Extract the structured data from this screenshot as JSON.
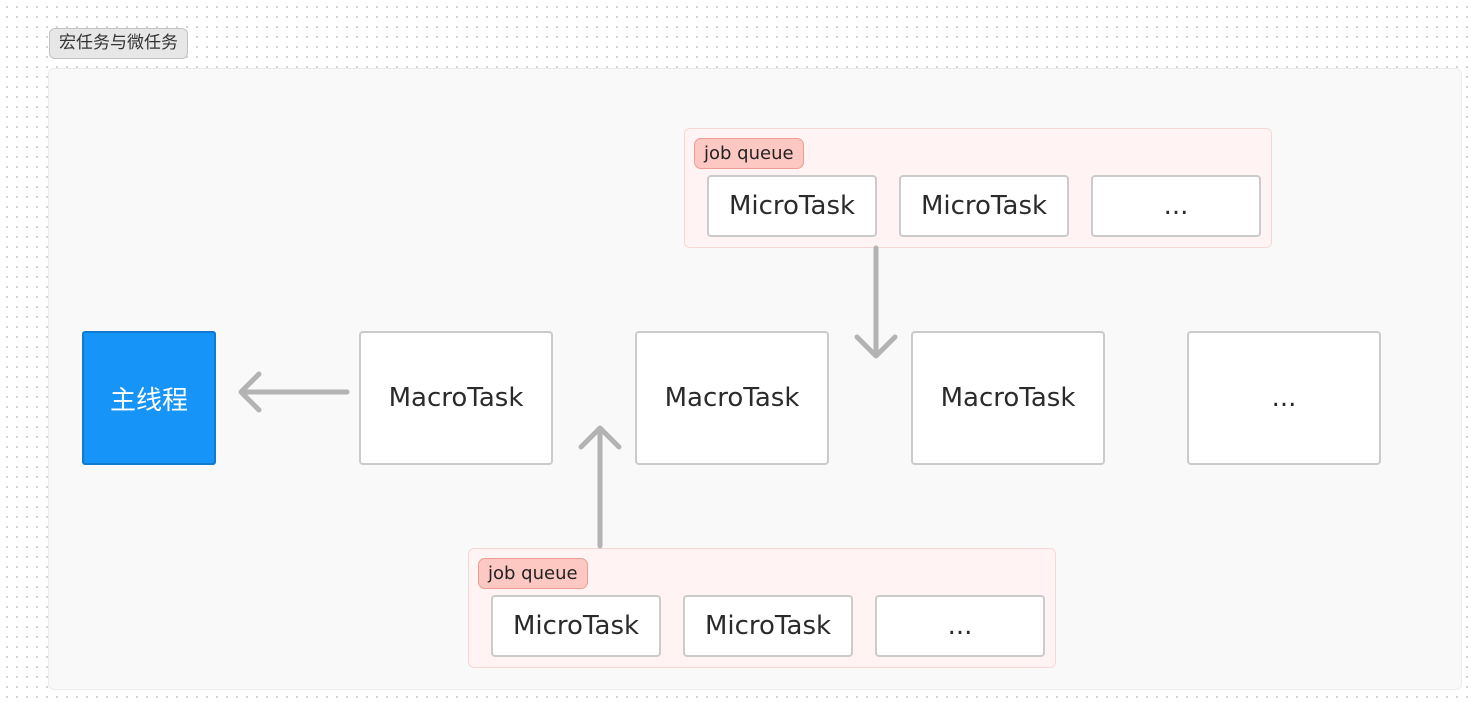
{
  "group": {
    "title": "宏任务与微任务"
  },
  "main_thread": {
    "label": "主线程"
  },
  "macrotasks": [
    {
      "label": "MacroTask"
    },
    {
      "label": "MacroTask"
    },
    {
      "label": "MacroTask"
    },
    {
      "label": "..."
    }
  ],
  "job_queues": {
    "top": {
      "label": "job queue",
      "items": [
        {
          "label": "MicroTask"
        },
        {
          "label": "MicroTask"
        },
        {
          "label": "..."
        }
      ]
    },
    "bottom": {
      "label": "job queue",
      "items": [
        {
          "label": "MicroTask"
        },
        {
          "label": "MicroTask"
        },
        {
          "label": "..."
        }
      ]
    }
  },
  "colors": {
    "main_thread_fill": "#1694f7",
    "queue_fill": "#fff4f3",
    "queue_label_fill": "#fdc8c2",
    "arrow": "#b3b3b3"
  }
}
